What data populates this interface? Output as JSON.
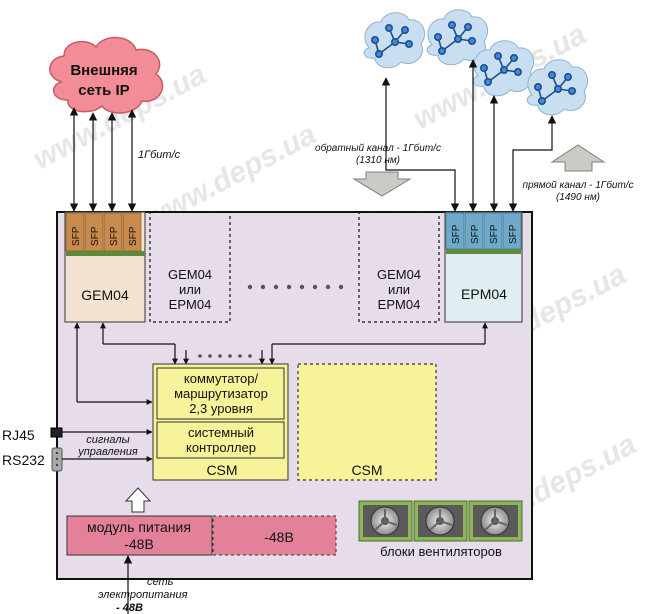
{
  "external_network": {
    "line1": "Внешняя",
    "line2": "сеть IP"
  },
  "uplink_speed": "1Гбит/с",
  "return_channel": {
    "line1": "обратный канал - 1Гбит/с",
    "line2": "(1310 нм)"
  },
  "forward_channel": {
    "line1": "прямой канал - 1Гбит/с",
    "line2": "(1490 нм)"
  },
  "sfp_label": "SFP",
  "gem04": {
    "label": "GEM04"
  },
  "slot_mid1": {
    "line1": "GEM04",
    "line2": "или",
    "line3": "EPM04"
  },
  "slot_mid2": {
    "line1": "GEM04",
    "line2": "или",
    "line3": "EPM04"
  },
  "epm04": {
    "label": "EPM04"
  },
  "switch_block": {
    "line1": "коммутатор/",
    "line2": "маршрутизатор",
    "line3": "2,3 уровня"
  },
  "controller_block": {
    "line1": "системный",
    "line2": "контроллер"
  },
  "csm1": {
    "label": "CSM"
  },
  "csm2": {
    "label": "CSM"
  },
  "ports": {
    "rj45": "RJ45",
    "rs232": "RS232"
  },
  "control_signals": {
    "line1": "сигналы",
    "line2": "управления"
  },
  "power_module": {
    "line1": "модуль питания",
    "line2": "-48В"
  },
  "power_module2": {
    "label": "-48В"
  },
  "fans_label": "блоки вентиляторов",
  "power_input": {
    "line1": "сеть",
    "line2": "электропитания",
    "line3": "- 48В"
  },
  "watermark": "www.deps.ua",
  "colors": {
    "chassis": "#e7dce9",
    "gem_module": "#f5e3d1",
    "epm_module": "#e0eef2",
    "csm": "#f7f39a",
    "power": "#e3819a",
    "cloud_ip": "#f28d97",
    "cloud_pon": "#c9dff1",
    "sfp_orange": "#c98a4d",
    "sfp_blue": "#6ea9c9",
    "sfp_green": "#5e8a3c"
  }
}
